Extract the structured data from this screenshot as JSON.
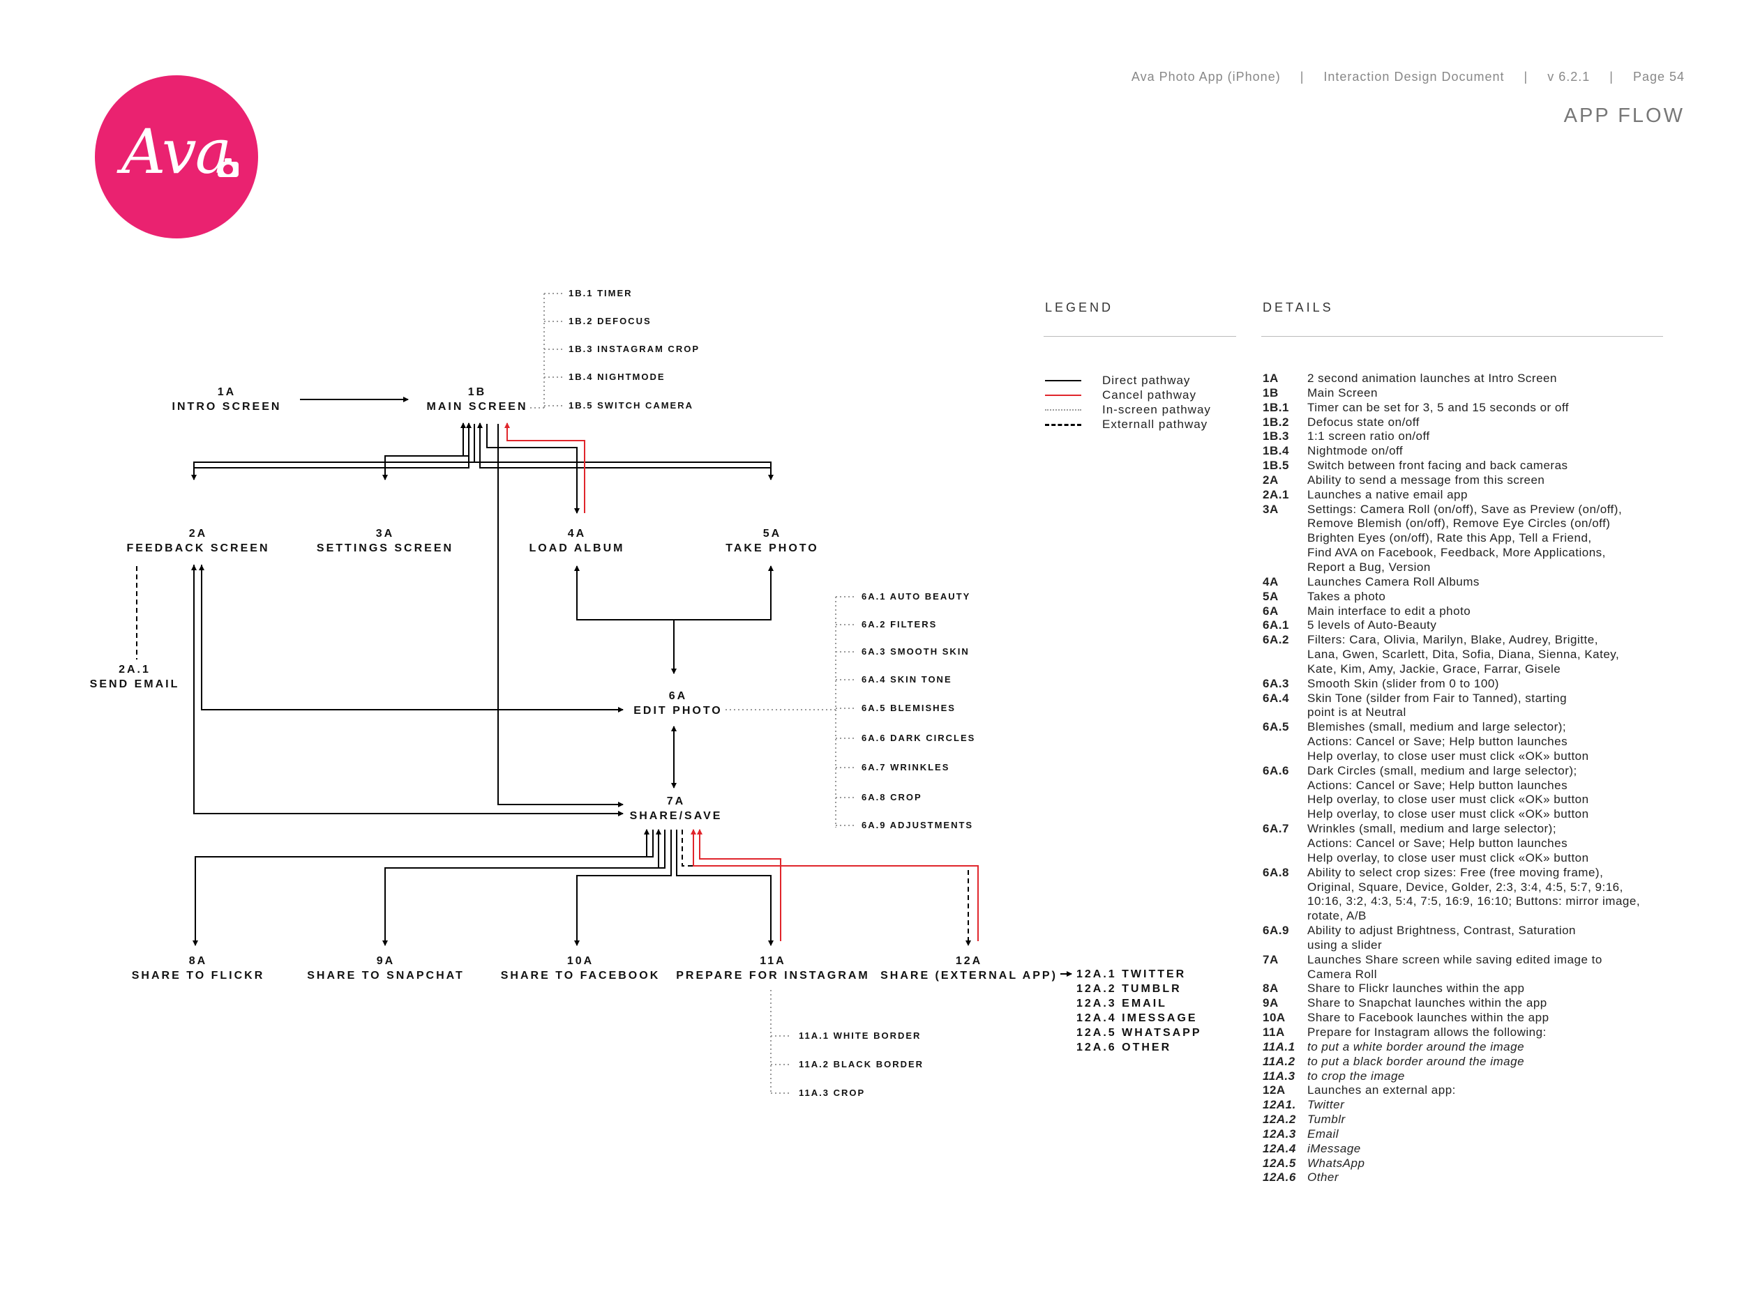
{
  "header": {
    "app": "Ava Photo App (iPhone)",
    "doc": "Interaction Design Document",
    "version": "v 6.2.1",
    "page": "Page 54",
    "title": "APP FLOW"
  },
  "logo": {
    "text": "Ava",
    "color": "#ea2270"
  },
  "nodes": {
    "n1a": {
      "code": "1A",
      "label": "INTRO SCREEN"
    },
    "n1b": {
      "code": "1B",
      "label": "MAIN SCREEN"
    },
    "n2a": {
      "code": "2A",
      "label": "FEEDBACK SCREEN"
    },
    "n3a": {
      "code": "3A",
      "label": "SETTINGS SCREEN"
    },
    "n4a": {
      "code": "4A",
      "label": "LOAD ALBUM"
    },
    "n5a": {
      "code": "5A",
      "label": "TAKE PHOTO"
    },
    "n2a1": {
      "code": "2A.1",
      "label": "SEND EMAIL"
    },
    "n6a": {
      "code": "6A",
      "label": "EDIT PHOTO"
    },
    "n7a": {
      "code": "7A",
      "label": "SHARE/SAVE"
    },
    "n8a": {
      "code": "8A",
      "label": "SHARE TO FLICKR"
    },
    "n9a": {
      "code": "9A",
      "label": "SHARE TO SNAPCHAT"
    },
    "n10a": {
      "code": "10A",
      "label": "SHARE TO FACEBOOK"
    },
    "n11a": {
      "code": "11A",
      "label": "PREPARE FOR INSTAGRAM"
    },
    "n12a": {
      "code": "12A",
      "label": "SHARE (EXTERNAL APP)"
    }
  },
  "sub_1b": [
    "1B.1 TIMER",
    "1B.2 DEFOCUS",
    "1B.3 INSTAGRAM CROP",
    "1B.4 NIGHTMODE",
    "1B.5 SWITCH CAMERA"
  ],
  "sub_6a": [
    "6A.1 AUTO BEAUTY",
    "6A.2 FILTERS",
    "6A.3 SMOOTH SKIN",
    "6A.4 SKIN TONE",
    "6A.5 BLEMISHES",
    "6A.6 DARK CIRCLES",
    "6A.7 WRINKLES",
    "6A.8 CROP",
    "6A.9 ADJUSTMENTS"
  ],
  "sub_11a": [
    "11A.1 WHITE BORDER",
    "11A.2 BLACK BORDER",
    "11A.3 CROP"
  ],
  "sub_12a": [
    "12A.1 TWITTER",
    "12A.2 TUMBLR",
    "12A.3 EMAIL",
    "12A.4 IMESSAGE",
    "12A.5 WHATSAPP",
    "12A.6 OTHER"
  ],
  "legend": {
    "heading": "LEGEND",
    "items": [
      {
        "label": "Direct pathway",
        "style": "solid",
        "color": "#000000"
      },
      {
        "label": "Cancel pathway",
        "style": "solid",
        "color": "#e0252b"
      },
      {
        "label": "In-screen pathway",
        "style": "dotted",
        "color": "#999999"
      },
      {
        "label": "Externall pathway",
        "style": "dashed",
        "color": "#000000"
      }
    ]
  },
  "details": {
    "heading": "DETAILS",
    "items": [
      {
        "code": "1A",
        "text": "2 second animation launches at Intro Screen"
      },
      {
        "code": "1B",
        "text": "Main Screen"
      },
      {
        "code": "1B.1",
        "text": "Timer can be set for 3, 5 and 15 seconds or off"
      },
      {
        "code": "1B.2",
        "text": "Defocus state on/off"
      },
      {
        "code": "1B.3",
        "text": "1:1 screen ratio on/off"
      },
      {
        "code": "1B.4",
        "text": "Nightmode on/off"
      },
      {
        "code": "1B.5",
        "text": "Switch between front facing and back cameras"
      },
      {
        "code": "2A",
        "text": "Ability to send a message from this screen"
      },
      {
        "code": "2A.1",
        "text": "Launches a native email app"
      },
      {
        "code": "3A",
        "text": "Settings: Camera Roll (on/off), Save as Preview (on/off),\nRemove Blemish (on/off), Remove Eye Circles (on/off)\nBrighten Eyes (on/off), Rate this App, Tell a Friend,\nFind AVA on Facebook, Feedback, More Applications,\nReport a Bug, Version"
      },
      {
        "code": "4A",
        "text": "Launches Camera Roll Albums"
      },
      {
        "code": "5A",
        "text": "Takes a photo"
      },
      {
        "code": "6A",
        "text": "Main interface to edit a photo"
      },
      {
        "code": "6A.1",
        "text": "5 levels of Auto-Beauty"
      },
      {
        "code": "6A.2",
        "text": "Filters: Cara, Olivia, Marilyn, Blake, Audrey, Brigitte,\nLana, Gwen, Scarlett, Dita, Sofia, Diana, Sienna, Katey,\nKate, Kim, Amy, Jackie, Grace, Farrar, Gisele"
      },
      {
        "code": "6A.3",
        "text": "Smooth Skin (slider from 0 to 100)"
      },
      {
        "code": "6A.4",
        "text": "Skin Tone (silder from Fair to Tanned), starting\npoint is at Neutral"
      },
      {
        "code": "6A.5",
        "text": "Blemishes (small, medium and large selector);\nActions: Cancel or Save; Help button launches\nHelp overlay, to close user must click «OK» button"
      },
      {
        "code": "6A.6",
        "text": "Dark Circles (small, medium and large selector);\nActions: Cancel or Save; Help button launches\nHelp overlay, to close user must click «OK» button\nHelp overlay, to close user must click «OK» button"
      },
      {
        "code": "6A.7",
        "text": "Wrinkles (small, medium and large selector);\nActions: Cancel or Save; Help button launches\nHelp overlay, to close user must click «OK» button"
      },
      {
        "code": "6A.8",
        "text": "Ability to select crop sizes: Free (free moving frame),\nOriginal, Square, Device, Golder, 2:3, 3:4, 4:5, 5:7, 9:16,\n10:16, 3:2, 4:3, 5:4, 7:5, 16:9, 16:10; Buttons: mirror image,\nrotate, A/B"
      },
      {
        "code": "6A.9",
        "text": "Ability to adjust Brightness, Contrast, Saturation\nusing a slider"
      },
      {
        "code": "7A",
        "text": "Launches Share screen while saving edited image to\nCamera Roll"
      },
      {
        "code": "8A",
        "text": "Share to Flickr launches within the app"
      },
      {
        "code": "9A",
        "text": "Share to Snapchat launches within the app"
      },
      {
        "code": "10A",
        "text": "Share to Facebook launches within the app"
      },
      {
        "code": "11A",
        "text": "Prepare for Instagram allows the following:"
      },
      {
        "code": "11A.1",
        "text": "to put a white border around the image",
        "italic": true
      },
      {
        "code": "11A.2",
        "text": "to put a black border around the image",
        "italic": true
      },
      {
        "code": "11A.3",
        "text": "to crop the image",
        "italic": true
      },
      {
        "code": "12A",
        "text": "Launches an external app:"
      },
      {
        "code": "12A1.",
        "text": "Twitter",
        "italic": true
      },
      {
        "code": "12A.2",
        "text": "Tumblr",
        "italic": true
      },
      {
        "code": "12A.3",
        "text": "Email",
        "italic": true
      },
      {
        "code": "12A.4",
        "text": "iMessage",
        "italic": true
      },
      {
        "code": "12A.5",
        "text": "WhatsApp",
        "italic": true
      },
      {
        "code": "12A.6",
        "text": "Other",
        "italic": true
      }
    ]
  },
  "colors": {
    "direct": "#000000",
    "cancel": "#e0252b",
    "inscreen": "#999999",
    "brand": "#ea2270"
  }
}
